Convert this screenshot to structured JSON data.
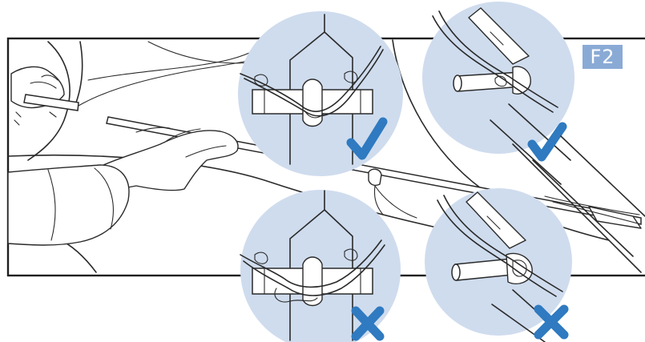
{
  "figure": {
    "label": "F2"
  },
  "insets": [
    {
      "id": "top-left",
      "verdict": "correct",
      "mark_icon": "check-mark-icon",
      "subject": "crossbar-knot"
    },
    {
      "id": "top-right",
      "verdict": "correct",
      "mark_icon": "check-mark-icon",
      "subject": "tube-end-knot"
    },
    {
      "id": "bottom-left",
      "verdict": "incorrect",
      "mark_icon": "x-mark-icon",
      "subject": "crossbar-knot"
    },
    {
      "id": "bottom-right",
      "verdict": "incorrect",
      "mark_icon": "x-mark-icon",
      "subject": "tube-end-knot"
    }
  ],
  "colors": {
    "inset_background": "#cfdcee",
    "mark": "#2f7ac0",
    "label_background": "#8aaad6",
    "label_text": "#ffffff",
    "line_art": "#2a2a2a"
  }
}
